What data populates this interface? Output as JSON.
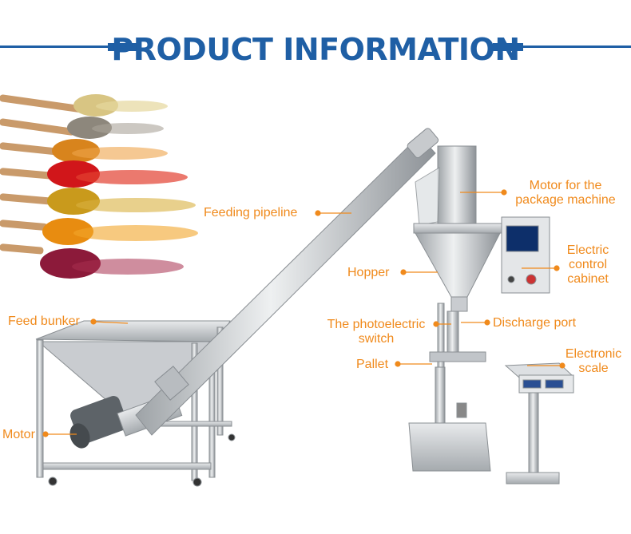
{
  "header": {
    "title": "PRODUCT INFORMATION"
  },
  "labels": {
    "feeding_pipeline": "Feeding pipeline",
    "feed_bunker": "Feed bunker",
    "motor": "Motor",
    "motor_package_1": "Motor for the",
    "motor_package_2": "package machine",
    "electric_1": "Electric",
    "electric_2": "control",
    "electric_3": "cabinet",
    "hopper": "Hopper",
    "photo_1": "The photoelectric",
    "photo_2": "switch",
    "discharge_port": "Discharge port",
    "pallet": "Pallet",
    "electronic_1": "Electronic",
    "electronic_2": "scale"
  },
  "colors": {
    "accent": "#1f5fa5",
    "label": "#f08a1c"
  }
}
